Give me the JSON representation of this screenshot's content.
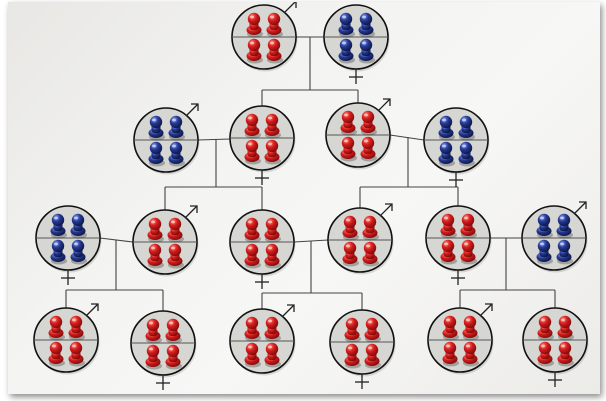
{
  "scene": {
    "subject": "pedigree-chart-with-pegs",
    "colors": {
      "background": "#f3f3f1",
      "circle_fill": "#d6d6d2",
      "line": "#444444",
      "red_peg": "#d61c1c",
      "blue_peg": "#24388f"
    },
    "symbols": {
      "male": "♂",
      "female": "+"
    }
  },
  "pedigree": [
    {
      "generation": 1,
      "sex": "male",
      "pegs": [
        "red",
        "red",
        "red",
        "red"
      ]
    },
    {
      "generation": 1,
      "sex": "female",
      "pegs": [
        "blue",
        "blue",
        "blue",
        "blue"
      ]
    },
    {
      "generation": 2,
      "sex": "male",
      "pegs": [
        "blue",
        "blue",
        "blue",
        "blue"
      ]
    },
    {
      "generation": 2,
      "sex": "female",
      "pegs": [
        "red",
        "red",
        "red",
        "red"
      ]
    },
    {
      "generation": 2,
      "sex": "male",
      "pegs": [
        "red",
        "red",
        "red",
        "red"
      ]
    },
    {
      "generation": 2,
      "sex": "female",
      "pegs": [
        "blue",
        "blue",
        "blue",
        "blue"
      ]
    },
    {
      "generation": 3,
      "sex": "female",
      "pegs": [
        "blue",
        "blue",
        "blue",
        "blue"
      ]
    },
    {
      "generation": 3,
      "sex": "male",
      "pegs": [
        "red",
        "red",
        "red",
        "red"
      ]
    },
    {
      "generation": 3,
      "sex": "female",
      "pegs": [
        "red",
        "red",
        "red",
        "red"
      ]
    },
    {
      "generation": 3,
      "sex": "male",
      "pegs": [
        "red",
        "red",
        "red",
        "red"
      ]
    },
    {
      "generation": 3,
      "sex": "female",
      "pegs": [
        "red",
        "red",
        "red",
        "red"
      ]
    },
    {
      "generation": 3,
      "sex": "male",
      "pegs": [
        "blue",
        "blue",
        "blue",
        "blue"
      ]
    },
    {
      "generation": 4,
      "sex": "male",
      "pegs": [
        "red",
        "red",
        "red",
        "red"
      ]
    },
    {
      "generation": 4,
      "sex": "female",
      "pegs": [
        "red",
        "red",
        "red",
        "red"
      ]
    },
    {
      "generation": 4,
      "sex": "male",
      "pegs": [
        "red",
        "red",
        "red",
        "red"
      ]
    },
    {
      "generation": 4,
      "sex": "female",
      "pegs": [
        "red",
        "red",
        "red",
        "red"
      ]
    },
    {
      "generation": 4,
      "sex": "male",
      "pegs": [
        "red",
        "red",
        "red",
        "red"
      ]
    },
    {
      "generation": 4,
      "sex": "female",
      "pegs": [
        "red",
        "red",
        "red",
        "red"
      ]
    }
  ]
}
